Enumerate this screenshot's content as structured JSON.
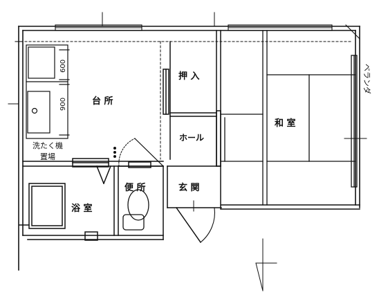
{
  "rooms": {
    "kitchen": "台 所",
    "closet": "押 入",
    "hall": "ホール",
    "washitsu": "和 室",
    "toilet": "便 所",
    "entrance": "玄 関",
    "bath": "浴 室"
  },
  "balcony": "ベランダ",
  "laundry": [
    "洗たく機",
    "置場"
  ],
  "dimensions": {
    "upper": "600",
    "lower": "900"
  },
  "colors": {
    "line": "#111111",
    "paper": "#ffffff"
  }
}
